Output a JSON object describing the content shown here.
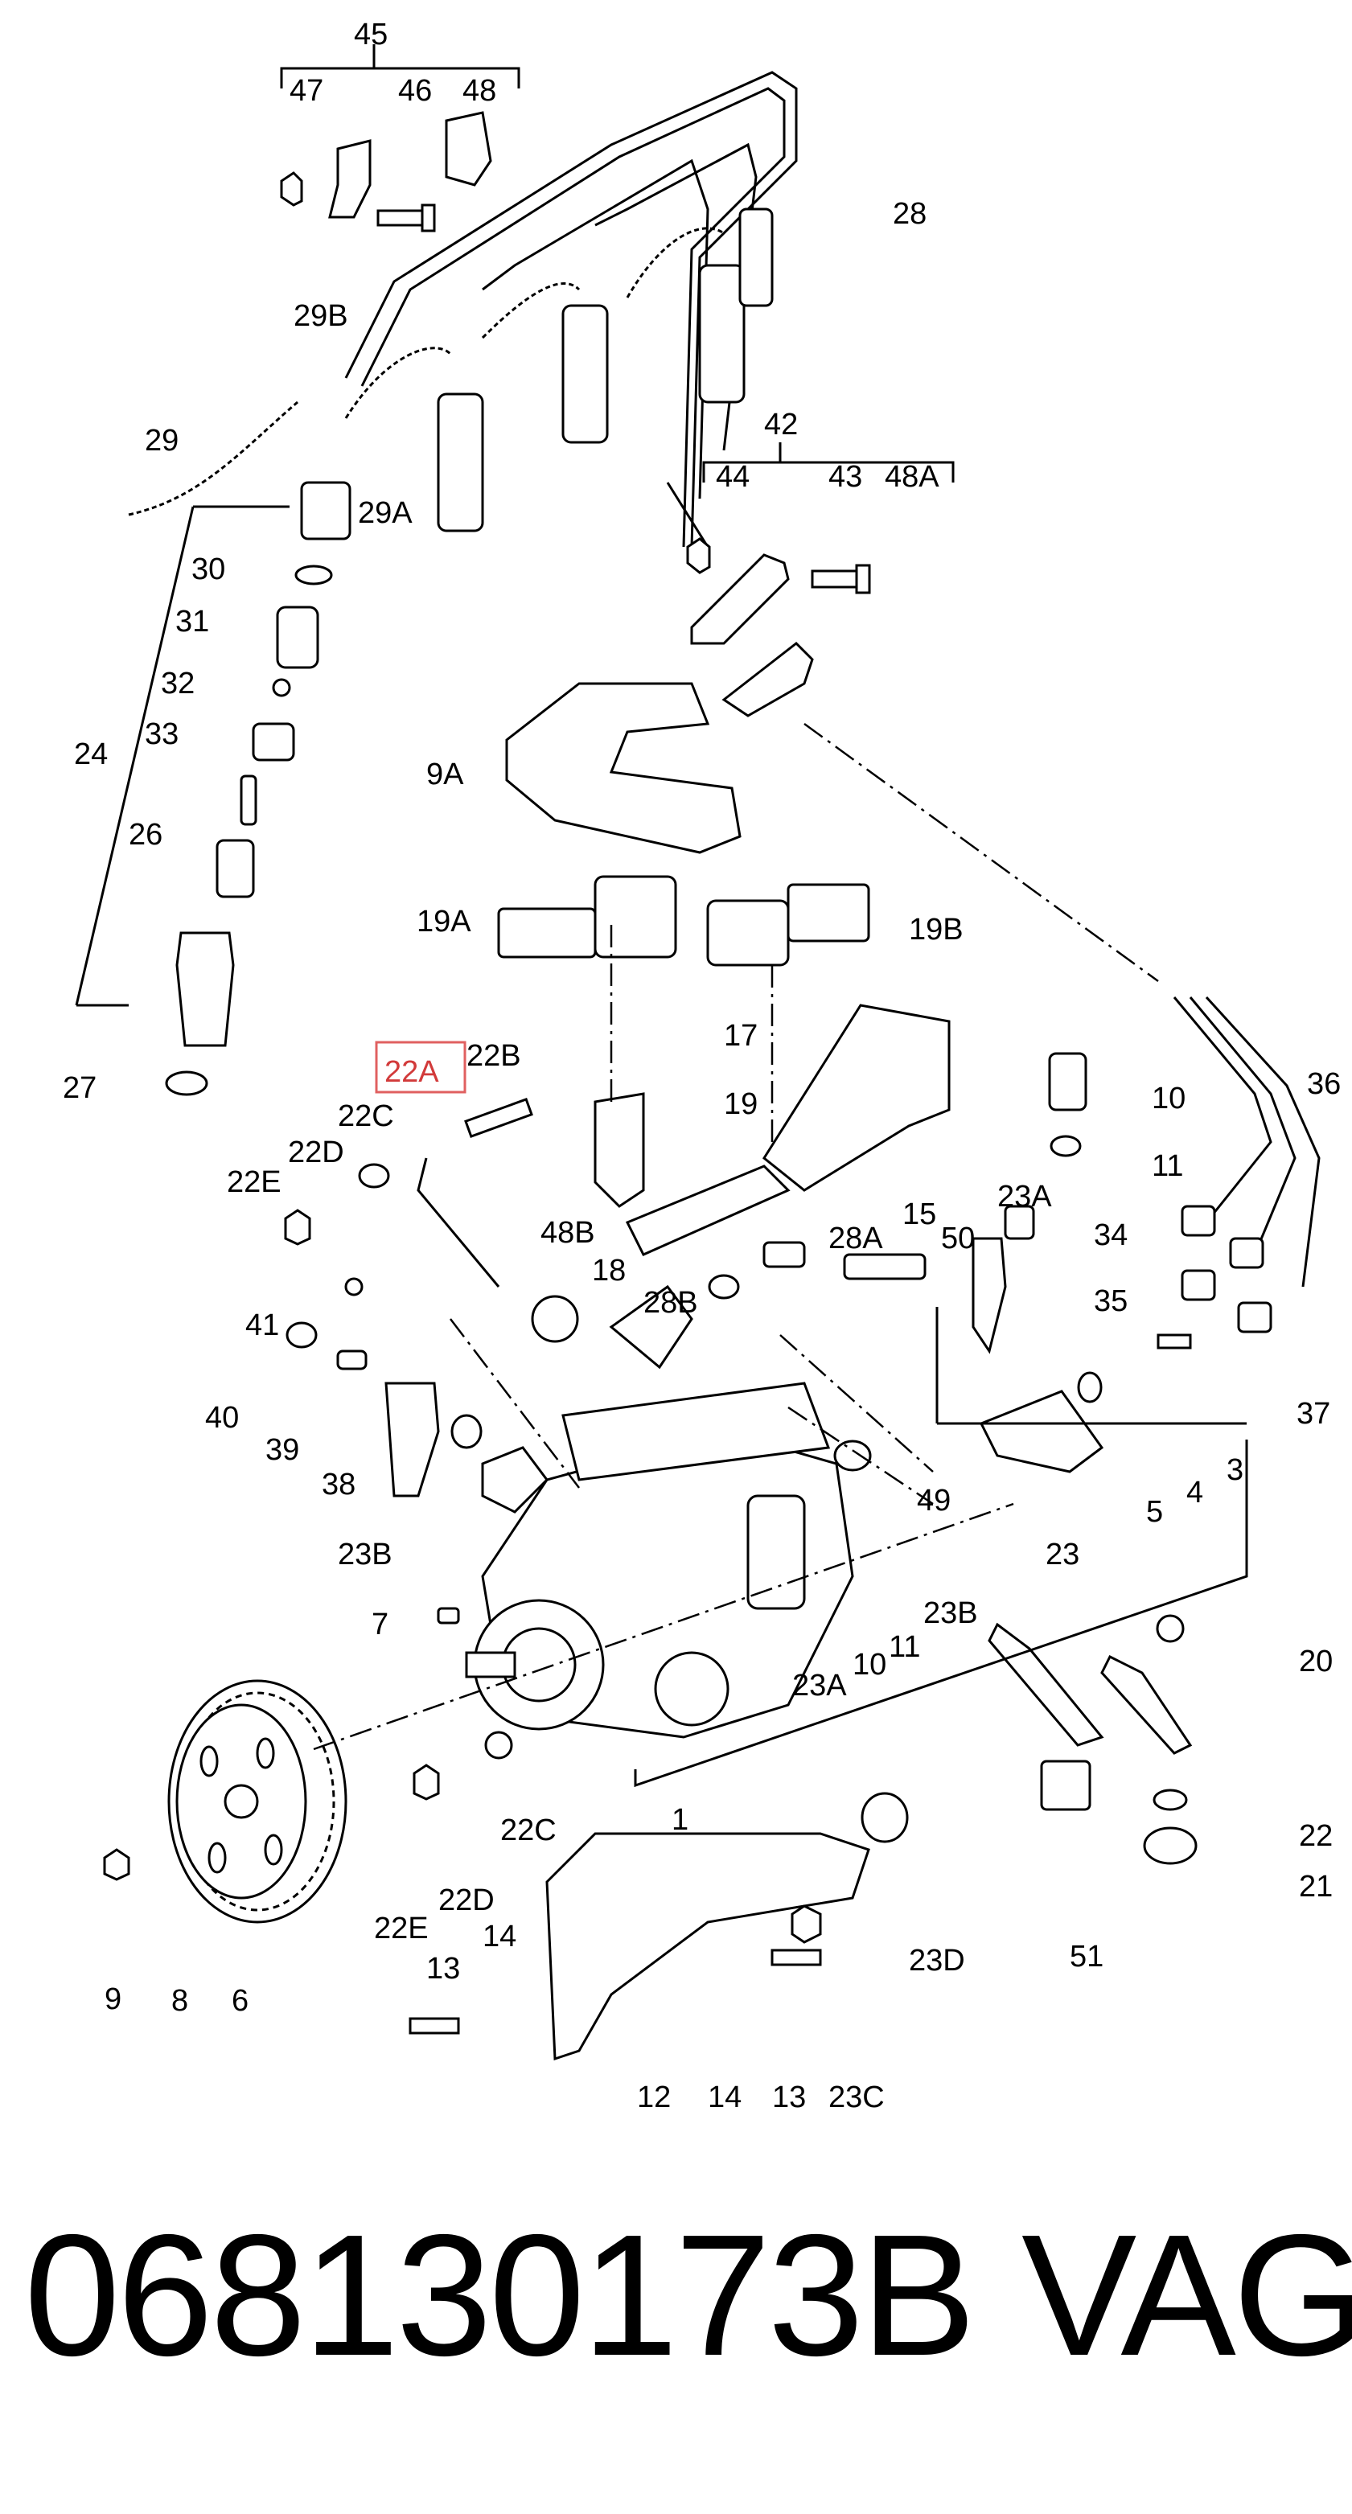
{
  "diagram": {
    "highlighted_label": "22A",
    "labels": [
      "45",
      "47",
      "46",
      "48",
      "28",
      "29B",
      "29",
      "29A",
      "42",
      "44",
      "43",
      "48A",
      "30",
      "31",
      "32",
      "33",
      "24",
      "26",
      "9A",
      "19A",
      "19B",
      "17",
      "19",
      "27",
      "22B",
      "22A",
      "22C",
      "22D",
      "22E",
      "48B",
      "28A",
      "18",
      "15",
      "10",
      "11",
      "23A",
      "34",
      "36",
      "35",
      "37",
      "41",
      "40",
      "39",
      "38",
      "28B",
      "50",
      "49",
      "5",
      "4",
      "3",
      "23",
      "23B",
      "7",
      "23A",
      "10",
      "11",
      "23B",
      "1",
      "20",
      "22",
      "21",
      "22C",
      "22D",
      "22E",
      "9",
      "8",
      "6",
      "14",
      "13",
      "12",
      "14",
      "13",
      "23C",
      "23D",
      "51"
    ]
  },
  "footer": {
    "part_number": "068130173B",
    "brand": "VAG"
  }
}
